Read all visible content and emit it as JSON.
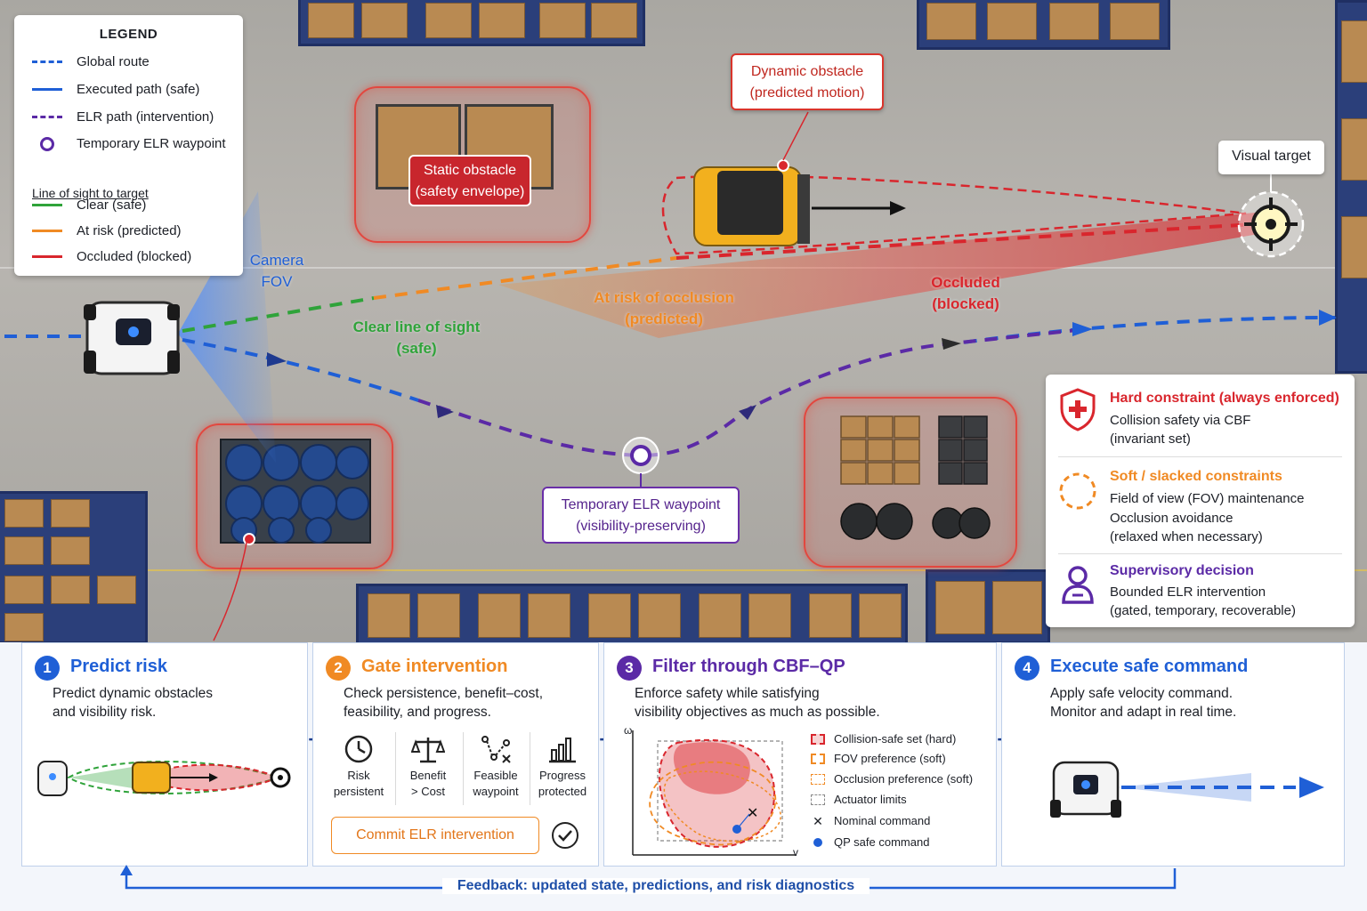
{
  "legend": {
    "title": "LEGEND",
    "items": [
      {
        "label": "Global route"
      },
      {
        "label": "Executed path (safe)"
      },
      {
        "label": "ELR path (intervention)"
      },
      {
        "label": "Temporary ELR waypoint"
      }
    ],
    "los_heading": "Line of sight to target",
    "los_items": [
      {
        "label": "Clear (safe)"
      },
      {
        "label": "At risk (predicted)"
      },
      {
        "label": "Occluded (blocked)"
      }
    ]
  },
  "colors": {
    "global_route": "#1f5fd6",
    "executed_path": "#1f5fd6",
    "elr_path": "#5b2aa6",
    "clear": "#2fa33a",
    "at_risk": "#f08a24",
    "occluded": "#d9262d",
    "step1": "#1f5fd6",
    "step2": "#f08a24",
    "step3": "#5b2aa6",
    "step4": "#1f5fd6"
  },
  "scene": {
    "camera_fov": [
      "Camera",
      "FOV"
    ],
    "clear_los": [
      "Clear line of sight",
      "(safe)"
    ],
    "at_risk_los": [
      "At risk of occlusion",
      "(predicted)"
    ],
    "occluded_los": [
      "Occluded",
      "(blocked)"
    ],
    "dynamic_obstacle": [
      "Dynamic obstacle",
      "(predicted motion)"
    ],
    "static_obstacle": [
      "Static obstacle",
      "(safety envelope)"
    ],
    "visual_target": "Visual target",
    "elr_waypoint": [
      "Temporary ELR waypoint",
      "(visibility-preserving)"
    ]
  },
  "constraints": {
    "hard": {
      "title": "Hard constraint (always enforced)",
      "lines": [
        "Collision safety via CBF",
        "(invariant set)"
      ]
    },
    "soft": {
      "title": "Soft / slacked constraints",
      "lines": [
        "Field of view (FOV) maintenance",
        "Occlusion avoidance",
        "(relaxed when necessary)"
      ]
    },
    "supervisory": {
      "title": "Supervisory decision",
      "lines": [
        "Bounded ELR intervention",
        "(gated, temporary, recoverable)"
      ]
    }
  },
  "steps": [
    {
      "num": "1",
      "title": "Predict risk",
      "desc": [
        "Predict dynamic obstacles",
        "and visibility risk."
      ]
    },
    {
      "num": "2",
      "title": "Gate intervention",
      "desc": [
        "Check persistence, benefit–cost,",
        "feasibility, and progress."
      ],
      "checks": [
        [
          "Risk",
          "persistent"
        ],
        [
          "Benefit",
          "> Cost"
        ],
        [
          "Feasible",
          "waypoint"
        ],
        [
          "Progress",
          "protected"
        ]
      ],
      "commit": "Commit ELR intervention"
    },
    {
      "num": "3",
      "title": "Filter through CBF–QP",
      "desc": [
        "Enforce safety while satisfying",
        "visibility objectives as much as possible."
      ],
      "axis_y": "ω",
      "axis_x": "v",
      "legend": [
        "Collision-safe set (hard)",
        "FOV preference (soft)",
        "Occlusion preference (soft)",
        "Actuator limits",
        "Nominal command",
        "QP safe command"
      ]
    },
    {
      "num": "4",
      "title": "Execute safe command",
      "desc": [
        "Apply safe velocity command.",
        "Monitor and adapt in real time."
      ]
    }
  ],
  "feedback": "Feedback: updated state, predictions, and risk diagnostics"
}
